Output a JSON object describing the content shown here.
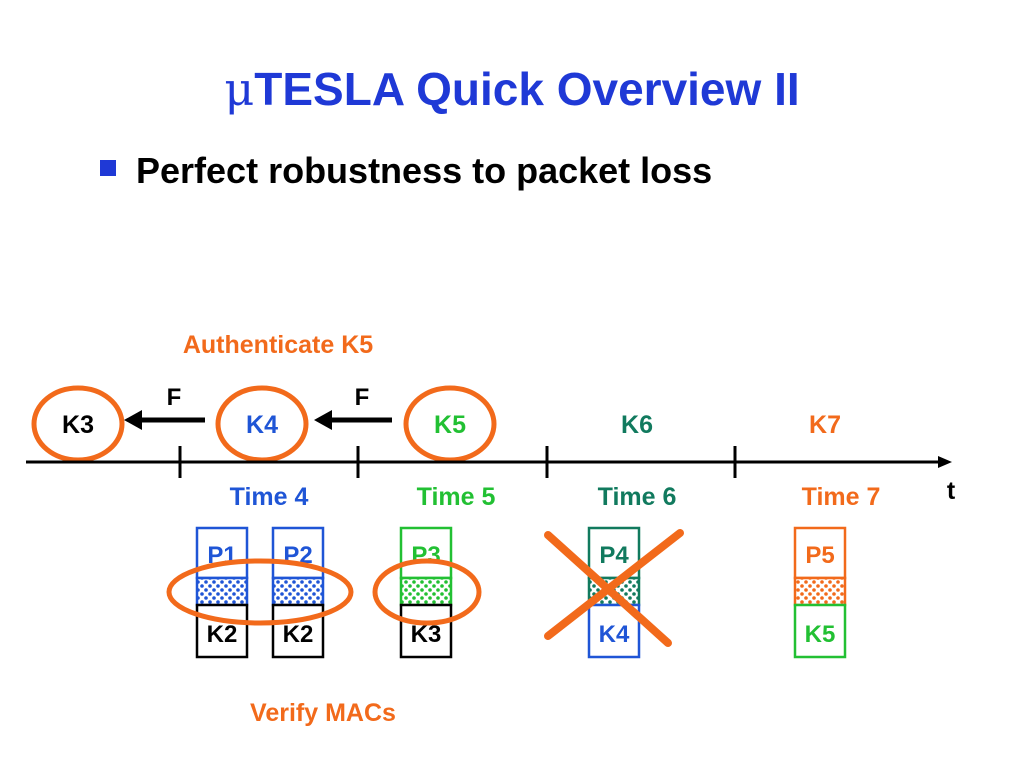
{
  "slide": {
    "title_symbol": "μ",
    "title_text": "TESLA Quick Overview II",
    "bullet": "Perfect robustness to packet loss"
  },
  "diagram": {
    "authenticate_label": "Authenticate K5",
    "verify_label": "Verify MACs",
    "function_label": "F",
    "axis_label": "t",
    "keys": [
      {
        "label": "K3",
        "color": "#000000",
        "circled": true
      },
      {
        "label": "K4",
        "color": "#1f55d6",
        "circled": true
      },
      {
        "label": "K5",
        "color": "#22c033",
        "circled": true
      },
      {
        "label": "K6",
        "color": "#117a5e",
        "circled": false
      },
      {
        "label": "K7",
        "color": "#f26a1b",
        "circled": false
      }
    ],
    "intervals": [
      {
        "label": "Time 4",
        "color": "#1f55d6"
      },
      {
        "label": "Time 5",
        "color": "#22c033"
      },
      {
        "label": "Time 6",
        "color": "#117a5e"
      },
      {
        "label": "Time 7",
        "color": "#f26a1b"
      }
    ],
    "packets": [
      {
        "top": "P1",
        "bottom": "K2",
        "color": "#1f55d6",
        "bottom_color": "#000000",
        "mac_circled": true,
        "lost": false
      },
      {
        "top": "P2",
        "bottom": "K2",
        "color": "#1f55d6",
        "bottom_color": "#000000",
        "mac_circled": true,
        "lost": false
      },
      {
        "top": "P3",
        "bottom": "K3",
        "color": "#22c033",
        "bottom_color": "#000000",
        "mac_circled": true,
        "lost": false
      },
      {
        "top": "P4",
        "bottom": "K4",
        "color": "#117a5e",
        "bottom_color": "#1f55d6",
        "mac_circled": false,
        "lost": true
      },
      {
        "top": "P5",
        "bottom": "K5",
        "color": "#f26a1b",
        "bottom_color": "#22c033",
        "mac_circled": false,
        "lost": false
      }
    ],
    "colors": {
      "highlight": "#f26a1b",
      "axis": "#000000",
      "title": "#1f39d6"
    }
  }
}
